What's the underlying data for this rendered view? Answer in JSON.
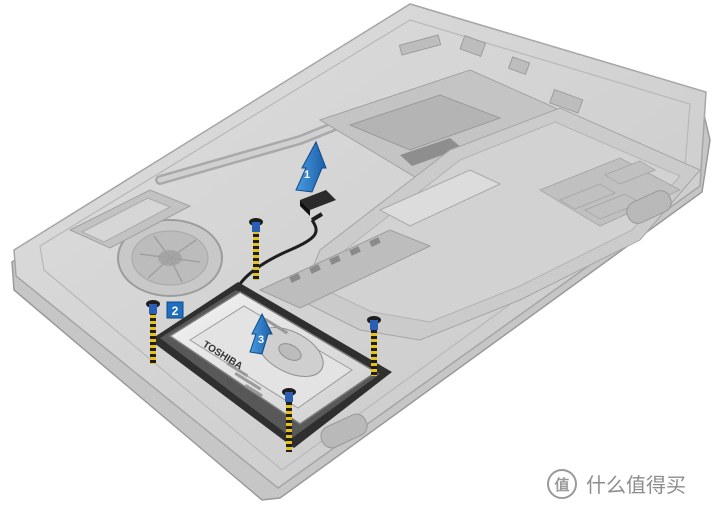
{
  "figure": {
    "steps": [
      {
        "number": "1",
        "kind": "arrow"
      },
      {
        "number": "2",
        "kind": "box"
      },
      {
        "number": "3",
        "kind": "arrow"
      }
    ],
    "hdd_brand": "TOSHIBA",
    "watermark": "什么值得买"
  },
  "colors": {
    "chassis": "#d3d3d3",
    "chassis_edge": "#a6a6a6",
    "hdd_body": "#e6e6e6",
    "hdd_dark": "#3a3a3a",
    "arrow_blue": "#1f6fbf",
    "screw_yellow": "#e6c21a"
  },
  "icons": {
    "watermark": "smzdm-logo-icon"
  }
}
